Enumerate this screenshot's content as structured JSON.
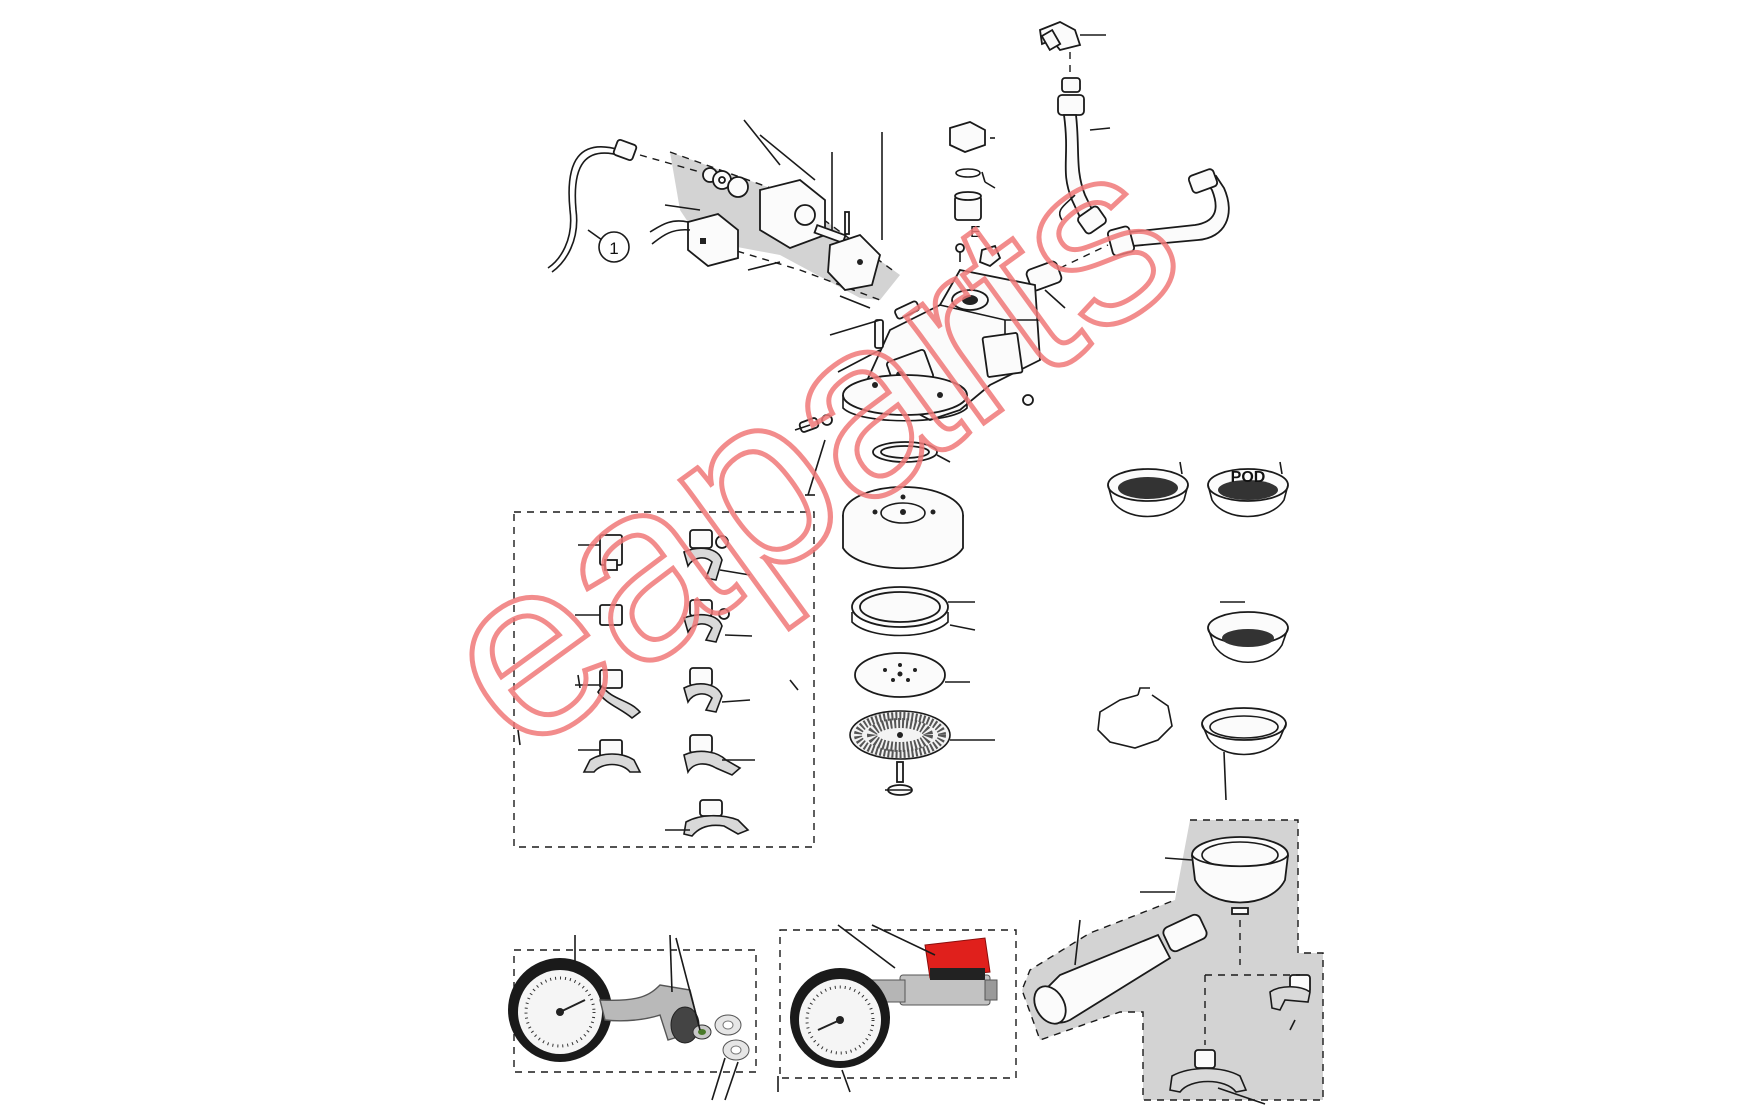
{
  "diagram": {
    "callout_number": "1",
    "pod_label": "POD",
    "watermark": "eaparts",
    "colors": {
      "line": "#1a1a1a",
      "shade": "#d3d3d3",
      "watermark": "#f07878",
      "valve_red": "#e0201c",
      "metal": "#b9b9b9"
    }
  }
}
